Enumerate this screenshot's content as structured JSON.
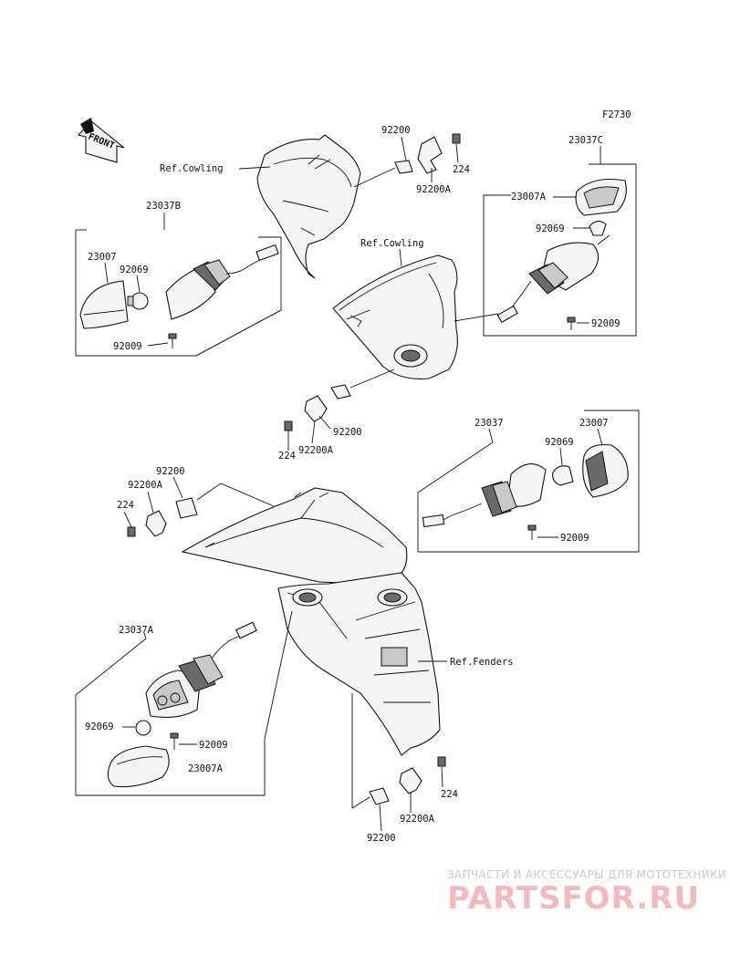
{
  "figure_code": "F2730",
  "front_arrow": "FRONT",
  "refs": {
    "cowling_1": "Ref.Cowling",
    "cowling_2": "Ref.Cowling",
    "fenders": "Ref.Fenders"
  },
  "groups": {
    "top_left": "23037B",
    "top_right": "23037C",
    "mid_right": "23037",
    "bottom_left": "23037A"
  },
  "parts": {
    "bracket_top": "92200",
    "bracket_top_a": "92200A",
    "bolt_top": "224",
    "lens_b": "23007",
    "bulb_b": "92069",
    "screw_b": "92009",
    "lens_c": "23007A",
    "bulb_c": "92069",
    "screw_c": "92009",
    "bracket_mid": "92200",
    "bracket_mid_a": "92200A",
    "bolt_mid": "224",
    "lens_r": "23007",
    "bulb_r": "92069",
    "screw_r": "92009",
    "bracket_left": "92200",
    "bracket_left_a": "92200A",
    "bolt_left": "224",
    "bulb_a": "92069",
    "screw_a": "92009",
    "lens_a": "23007A",
    "bolt_bottom": "224",
    "bracket_bottom_a": "92200A",
    "bracket_bottom": "92200"
  },
  "watermark": {
    "tagline": "ЗАПЧАСТИ И АКСЕССУАРЫ ДЛЯ МОТОТЕХНИКИ",
    "logo": "PARTSFOR.RU"
  }
}
